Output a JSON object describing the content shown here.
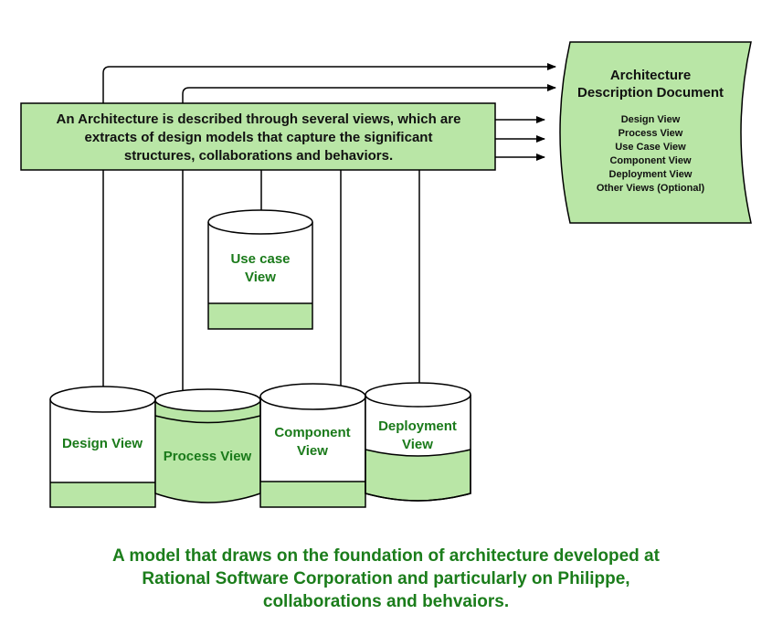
{
  "colors": {
    "fill_green": "#b9e6a6",
    "stroke": "#000000",
    "text_green": "#1a7a1a",
    "caption_green": "#1b7d1b"
  },
  "description_box": {
    "lines": [
      "An Architecture is described through several views, which are",
      "extracts of design models that capture the significant",
      "structures, collaborations and behaviors."
    ]
  },
  "document": {
    "title_lines": [
      "Architecture",
      "Description Document"
    ],
    "items": [
      "Design View",
      "Process View",
      "Use Case View",
      "Component View",
      "Deployment View",
      "Other Views (Optional)"
    ]
  },
  "views": {
    "use_case": [
      "Use case",
      "View"
    ],
    "design": [
      "Design View"
    ],
    "process": [
      "Process View"
    ],
    "component": [
      "Component",
      "View"
    ],
    "deployment": [
      "Deployment",
      "View"
    ]
  },
  "caption": [
    "A model that draws on the foundation of architecture developed at",
    "Rational Software Corporation and particularly on Philippe,",
    "collaborations and behvaiors."
  ]
}
